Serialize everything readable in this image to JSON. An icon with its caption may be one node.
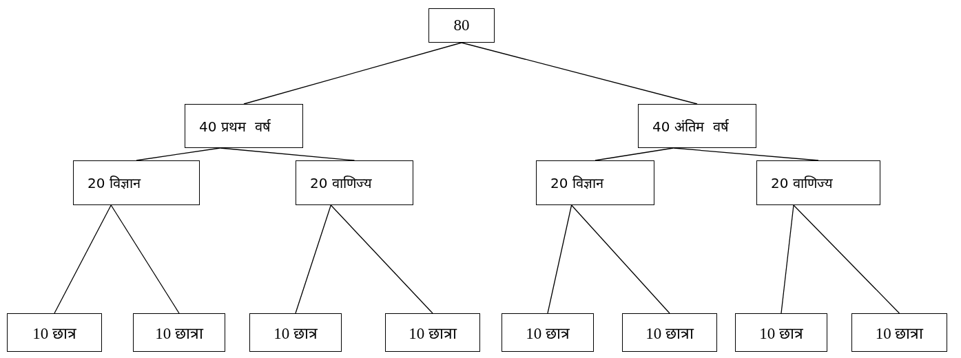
{
  "diagram": {
    "nodes": [
      {
        "text": [
          "80"
        ]
      },
      {
        "text": [
          "40 प्रथम  वर्ष"
        ]
      },
      {
        "text": [
          "40 अंतिम  वर्ष"
        ]
      },
      {
        "text": [
          "20 विज्ञान"
        ]
      },
      {
        "text": [
          "20 वाणिज्य"
        ]
      },
      {
        "text": [
          "20 विज्ञान"
        ]
      },
      {
        "text": [
          "20 वाणिज्य"
        ]
      },
      {
        "text": [
          "10 छात्र"
        ]
      },
      {
        "text": [
          "10 छात्रा"
        ]
      },
      {
        "text": [
          "10 छात्र"
        ]
      },
      {
        "text": [
          "10 छात्रा"
        ]
      },
      {
        "text": [
          "10 छात्र"
        ]
      },
      {
        "text": [
          "10 छात्रा"
        ]
      },
      {
        "text": [
          "10 छात्र"
        ]
      },
      {
        "text": [
          "10 छात्रा"
        ]
      }
    ],
    "edges": [
      {
        "from": 0,
        "to": 1,
        "arrow": "none"
      },
      {
        "from": 0,
        "to": 2,
        "arrow": "none"
      },
      {
        "from": 1,
        "to": 3,
        "arrow": "none"
      },
      {
        "from": 1,
        "to": 4,
        "arrow": "none"
      },
      {
        "from": 2,
        "to": 5,
        "arrow": "none"
      },
      {
        "from": 2,
        "to": 6,
        "arrow": "none"
      },
      {
        "from": 3,
        "to": 7,
        "arrow": "none"
      },
      {
        "from": 3,
        "to": 8,
        "arrow": "none"
      },
      {
        "from": 4,
        "to": 9,
        "arrow": "none"
      },
      {
        "from": 4,
        "to": 10,
        "arrow": "none"
      },
      {
        "from": 5,
        "to": 11,
        "arrow": "none"
      },
      {
        "from": 5,
        "to": 12,
        "arrow": "none"
      },
      {
        "from": 6,
        "to": 13,
        "arrow": "none"
      },
      {
        "from": 6,
        "to": 14,
        "arrow": "none"
      }
    ]
  }
}
